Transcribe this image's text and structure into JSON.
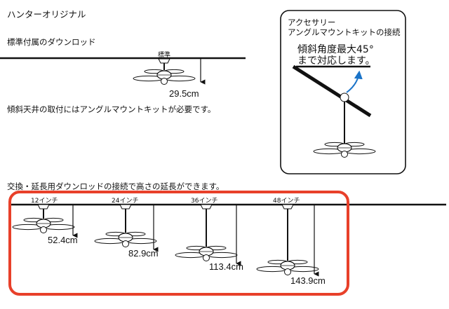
{
  "title": "ハンターオリジナル",
  "standard": {
    "heading": "標準付属のダウンロッド",
    "label": "標準",
    "measure": "29.5cm",
    "note": "傾斜天井の取付にはアングルマウントキットが必要です。"
  },
  "accessory": {
    "title_line1": "アクセサリー",
    "title_line2": "アングルマウントキットの接続",
    "angle_line1": "傾斜角度最大45°",
    "angle_line2": "まで対応します。"
  },
  "extension": {
    "heading": "交換・延長用ダウンロッドの接続で高さの延長ができます。",
    "items": [
      {
        "label": "12インチ",
        "measure": "52.4cm"
      },
      {
        "label": "24インチ",
        "measure": "82.9cm"
      },
      {
        "label": "36インチ",
        "measure": "113.4cm"
      },
      {
        "label": "48インチ",
        "measure": "143.9cm"
      }
    ]
  },
  "colors": {
    "highlight": "#e8402a",
    "arrow": "#1a73c8",
    "ink": "#111111"
  }
}
